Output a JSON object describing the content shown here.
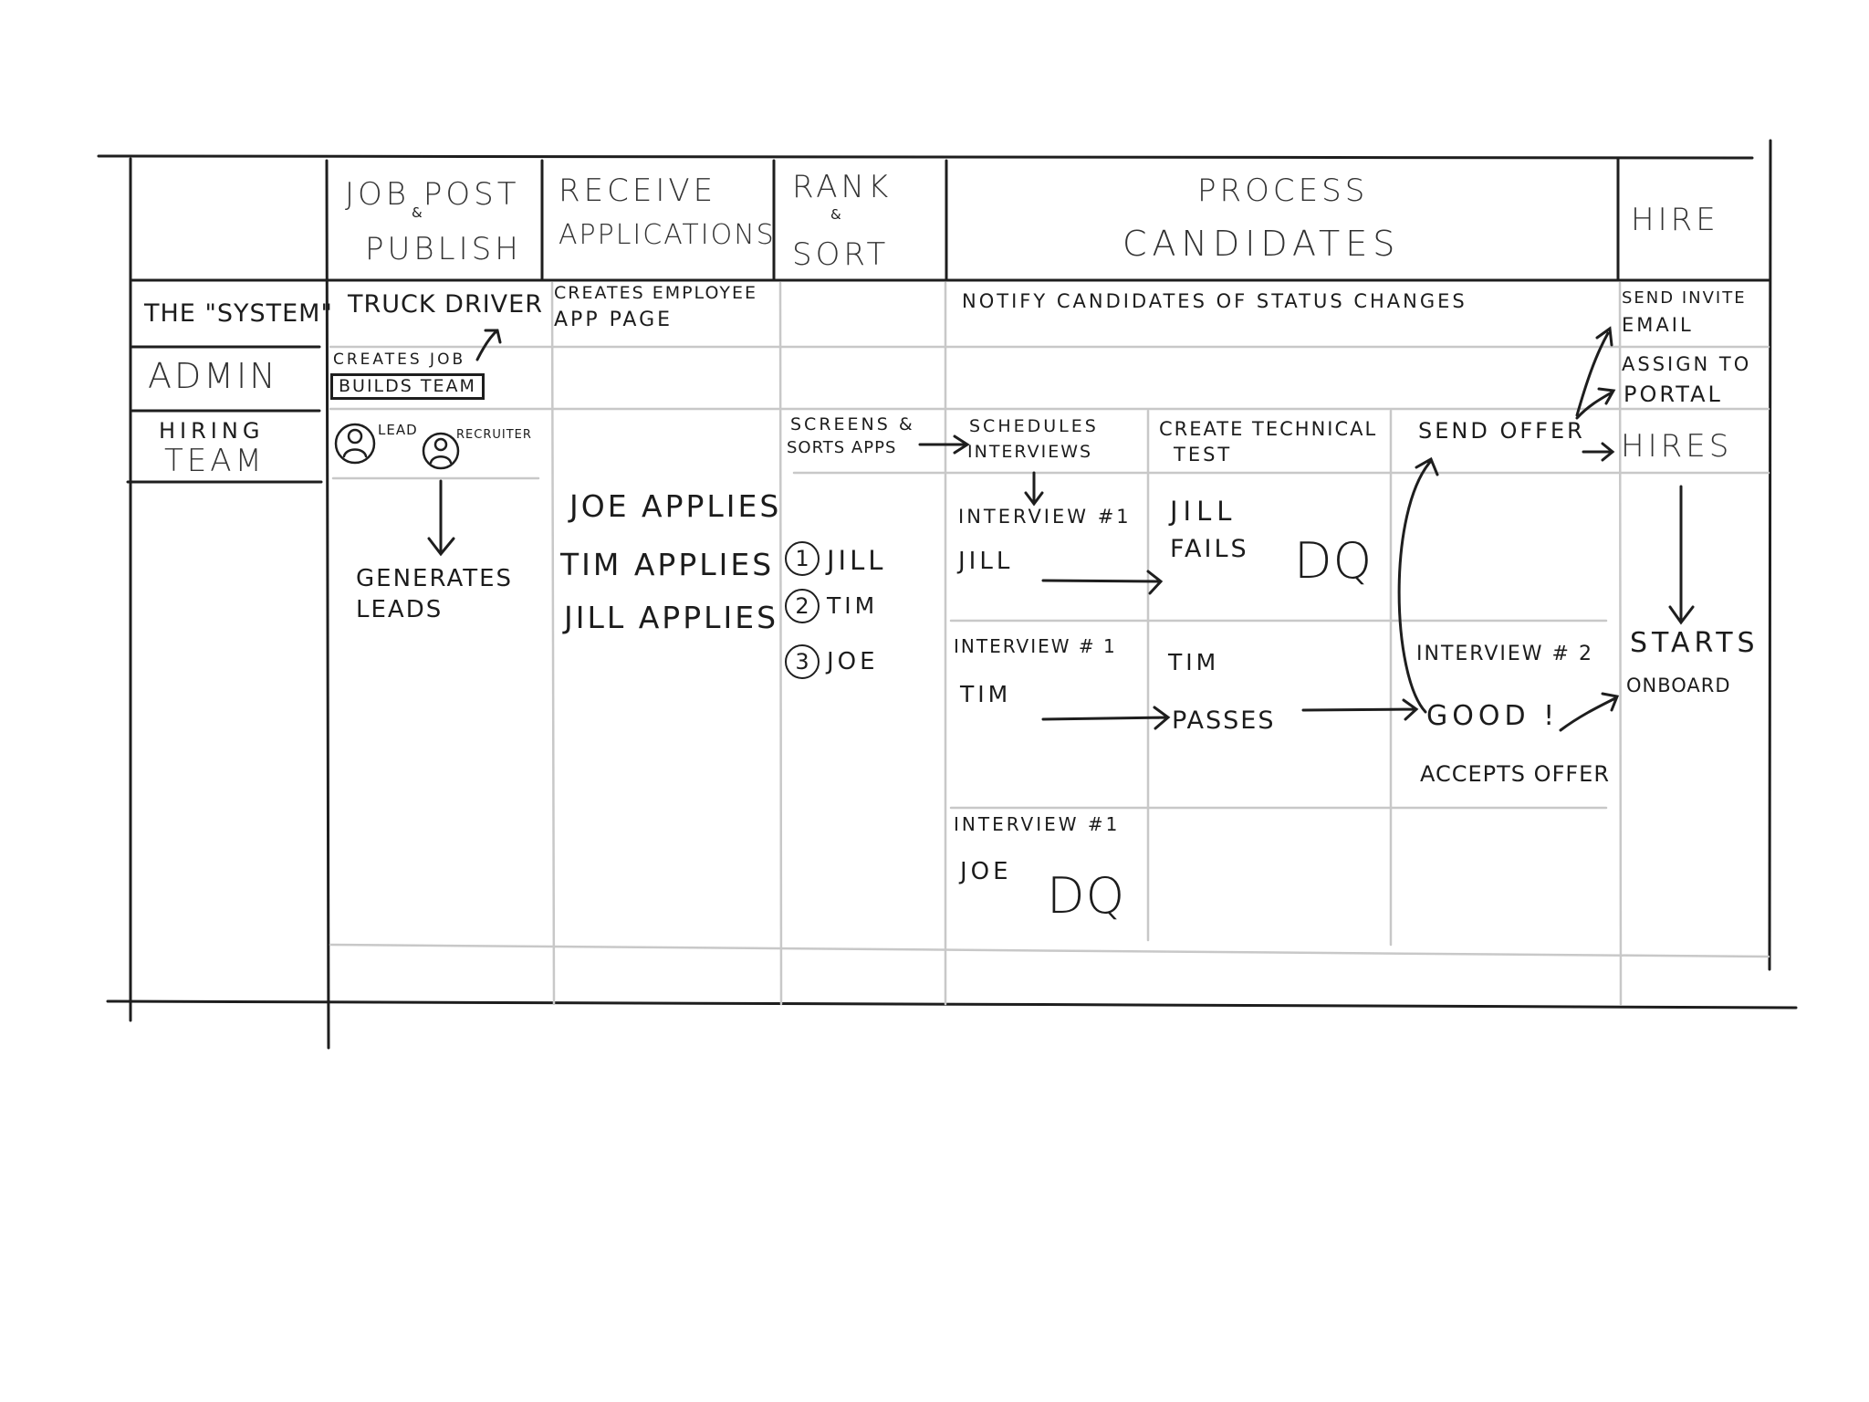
{
  "headers": {
    "job_post": [
      "JOB POST",
      "&",
      "PUBLISH"
    ],
    "receive": [
      "RECEIVE",
      "APPLICATIONS"
    ],
    "rank": [
      "RANK",
      "&",
      "SORT"
    ],
    "process": [
      "PROCESS",
      "CANDIDATES"
    ],
    "hire": "HIRE"
  },
  "lanes": {
    "system": "THE \"SYSTEM\"",
    "admin": "ADMIN",
    "hiring_team": [
      "HIRING",
      "TEAM"
    ]
  },
  "system_row": {
    "truck_driver": "TRUCK DRIVER",
    "creates_app_page": [
      "CREATES EMPLOYEE",
      "APP PAGE"
    ],
    "notify": "NOTIFY CANDIDATES OF STATUS CHANGES",
    "send_invite": [
      "SEND INVITE",
      "EMAIL"
    ]
  },
  "admin_row": {
    "creates_job": "CREATES JOB",
    "builds_team": "BUILDS TEAM",
    "assign_portal": [
      "ASSIGN TO",
      "PORTAL"
    ]
  },
  "hiring_row": {
    "lead": "LEAD",
    "recruiter": "RECRUITER",
    "screens_sorts": [
      "SCREENS &",
      "SORTS APPS"
    ],
    "schedules": [
      "SCHEDULES",
      "INTERVIEWS"
    ],
    "create_test": [
      "CREATE TECHNICAL",
      "TEST"
    ],
    "send_offer": "SEND OFFER",
    "hires": "HIRES"
  },
  "body": {
    "generates_leads": [
      "GENERATES",
      "LEADS"
    ],
    "applies": [
      "JOE APPLIES",
      "TIM APPLIES",
      "JILL APPLIES"
    ],
    "ranking": [
      {
        "n": "1",
        "name": "JILL"
      },
      {
        "n": "2",
        "name": "TIM"
      },
      {
        "n": "3",
        "name": "JOE"
      }
    ],
    "interview1_jill": [
      "INTERVIEW #1",
      "JILL"
    ],
    "jill_fails": [
      "JILL",
      "FAILS"
    ],
    "dq_jill": "DQ",
    "interview1_tim": [
      "INTERVIEW # 1",
      "TIM"
    ],
    "tim_passes": [
      "TIM",
      "PASSES"
    ],
    "interview2": "INTERVIEW # 2",
    "good": "GOOD !",
    "accepts_offer": "ACCEPTS OFFER",
    "starts": "STARTS",
    "onboard": "ONBOARD",
    "interview1_joe": [
      "INTERVIEW #1",
      "JOE"
    ],
    "dq_joe": "DQ"
  }
}
